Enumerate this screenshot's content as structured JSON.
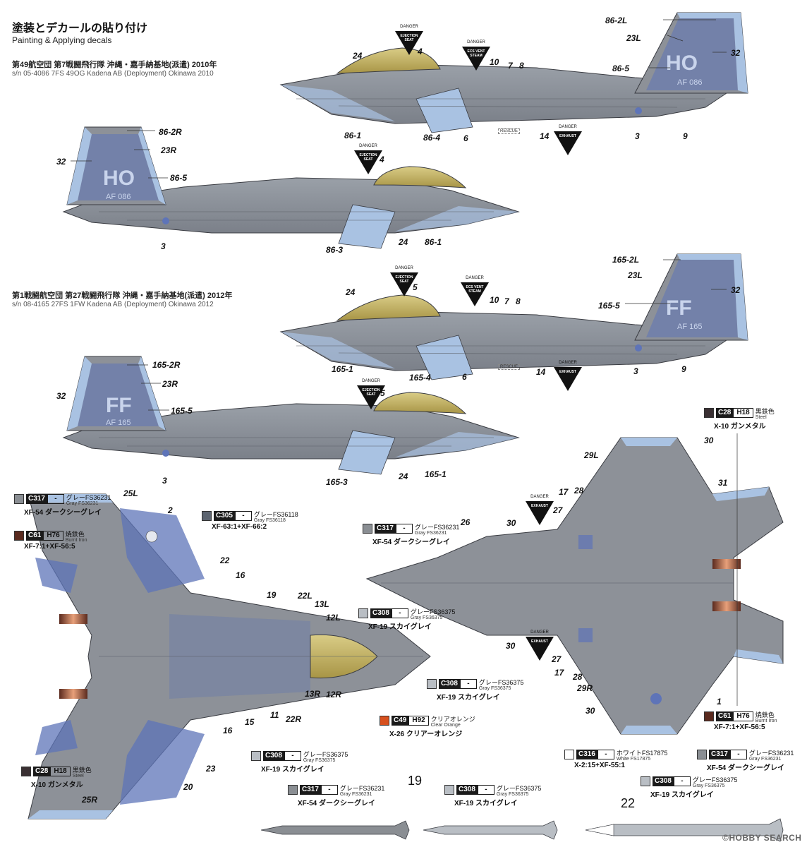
{
  "header": {
    "title_jp": "塗装とデカールの貼り付け",
    "title_en": "Painting & Applying decals"
  },
  "schemes": [
    {
      "title_jp": "第49航空団 第7戦闘飛行隊 沖縄・嘉手納基地(派遣) 2010年",
      "title_en": "s/n 05-4086 7FS 49OG Kadena AB (Deployment) Okinawa 2010",
      "tail_code": "HO",
      "tail_serial": "AF 086"
    },
    {
      "title_jp": "第1戦闘航空団 第27戦闘飛行隊 沖縄・嘉手納基地(派遣) 2012年",
      "title_en": "s/n 08-4165 27FS 1FW Kadena AB (Deployment) Okinawa 2012",
      "tail_code": "FF",
      "tail_serial": "AF 165"
    }
  ],
  "warning_decals": {
    "danger": "DANGER",
    "ejection_seat": "EJECTION SEAT",
    "ecs_vent": "ECS VENT STEAM",
    "exhaust": "EXHAUST",
    "rescue": "RESCUE"
  },
  "callouts": {
    "p1_left": [
      "24",
      "86-1",
      "86-4",
      "6",
      "14",
      "3",
      "9"
    ],
    "p1_right": [
      "4",
      "10",
      "7",
      "8",
      "86-2L",
      "23L",
      "32",
      "86-5"
    ],
    "p2": [
      "86-2R",
      "23R",
      "32",
      "86-5",
      "4",
      "3",
      "86-3",
      "24",
      "86-1"
    ],
    "p3_left": [
      "24",
      "165-1",
      "165-4",
      "6",
      "14",
      "3",
      "9"
    ],
    "p3_right": [
      "5",
      "10",
      "7",
      "8",
      "165-2L",
      "23L",
      "32",
      "165-5"
    ],
    "p4": [
      "165-2R",
      "23R",
      "32",
      "165-5",
      "5",
      "3",
      "165-3",
      "24",
      "165-1"
    ],
    "top_view": [
      "25L",
      "2",
      "22",
      "16",
      "19",
      "22L",
      "13L",
      "12L",
      "12R",
      "13R",
      "22R",
      "11",
      "15",
      "16",
      "23",
      "20",
      "25R"
    ],
    "bottom_view": [
      "30",
      "29L",
      "31",
      "17",
      "28",
      "27",
      "26",
      "30",
      "27",
      "28",
      "17",
      "29R",
      "30",
      "1",
      "30"
    ],
    "missiles": [
      "19",
      "22"
    ]
  },
  "colors": [
    {
      "id": "c317_top",
      "code": "C317",
      "hcode": "-",
      "jp": "グレーFS36231",
      "en": "Gray FS36231",
      "mix": "XF-54 ダークシーグレイ",
      "hex": "#8a8e93"
    },
    {
      "id": "c61_top",
      "code": "C61",
      "hcode": "H76",
      "jp": "焼鉄色",
      "en": "Burnt Iron",
      "mix": "XF-7:1+XF-56:5",
      "hex": "#5a2a1e"
    },
    {
      "id": "c305",
      "code": "C305",
      "hcode": "-",
      "jp": "グレーFS36118",
      "en": "Gray FS36118",
      "mix": "XF-63:1+XF-66:2",
      "hex": "#5c6470"
    },
    {
      "id": "c317_mid",
      "code": "C317",
      "hcode": "-",
      "jp": "グレーFS36231",
      "en": "Gray FS36231",
      "mix": "XF-54 ダークシーグレイ",
      "hex": "#8a8e93"
    },
    {
      "id": "c308_mid",
      "code": "C308",
      "hcode": "-",
      "jp": "グレーFS36375",
      "en": "Gray FS36375",
      "mix": "XF-19 スカイグレイ",
      "hex": "#b9bec4"
    },
    {
      "id": "c28_top",
      "code": "C28",
      "hcode": "H18",
      "jp": "黒鉄色",
      "en": "Steel",
      "mix": "X-10 ガンメタル",
      "hex": "#3a3033"
    },
    {
      "id": "c308_right",
      "code": "C308",
      "hcode": "-",
      "jp": "グレーFS36375",
      "en": "Gray FS36375",
      "mix": "XF-19 スカイグレイ",
      "hex": "#b9bec4"
    },
    {
      "id": "c49",
      "code": "C49",
      "hcode": "H92",
      "jp": "クリアオレンジ",
      "en": "Clear Orange",
      "mix": "X-26 クリアーオレンジ",
      "hex": "#d7501e"
    },
    {
      "id": "c61_bottom",
      "code": "C61",
      "hcode": "H76",
      "jp": "焼鉄色",
      "en": "Burnt Iron",
      "mix": "XF-7:1+XF-56:5",
      "hex": "#5a2a1e"
    },
    {
      "id": "c28_bottom",
      "code": "C28",
      "hcode": "H18",
      "jp": "黒鉄色",
      "en": "Steel",
      "mix": "X-10 ガンメタル",
      "hex": "#3a3033"
    },
    {
      "id": "c308_bottom",
      "code": "C308",
      "hcode": "-",
      "jp": "グレーFS36375",
      "en": "Gray FS36375",
      "mix": "XF-19 スカイグレイ",
      "hex": "#b9bec4"
    },
    {
      "id": "c316",
      "code": "C316",
      "hcode": "-",
      "jp": "ホワイトFS17875",
      "en": "White FS17875",
      "mix": "X-2:15+XF-55:1",
      "hex": "#ffffff"
    },
    {
      "id": "c317_br",
      "code": "C317",
      "hcode": "-",
      "jp": "グレーFS36231",
      "en": "Gray FS36231",
      "mix": "XF-54 ダークシーグレイ",
      "hex": "#8a8e93"
    },
    {
      "id": "c308_br",
      "code": "C308",
      "hcode": "-",
      "jp": "グレーFS36375",
      "en": "Gray FS36375",
      "mix": "XF-19 スカイグレイ",
      "hex": "#b9bec4"
    },
    {
      "id": "c317_mis",
      "code": "C317",
      "hcode": "-",
      "jp": "グレーFS36231",
      "en": "Gray FS36231",
      "mix": "XF-54 ダークシーグレイ",
      "hex": "#8a8e93"
    },
    {
      "id": "c308_mis",
      "code": "C308",
      "hcode": "-",
      "jp": "グレーFS36375",
      "en": "Gray FS36375",
      "mix": "XF-19 スカイグレイ",
      "hex": "#b9bec4"
    }
  ],
  "watermark": "©HOBBY SEARCH",
  "palette": {
    "jet_gray": "#8d9198",
    "jet_light": "#b3c3d8",
    "edge_blue": "#a9c2e2",
    "camo_blue": "#5e74b8",
    "canopy": "#c7b565",
    "line": "#3a3c42"
  }
}
